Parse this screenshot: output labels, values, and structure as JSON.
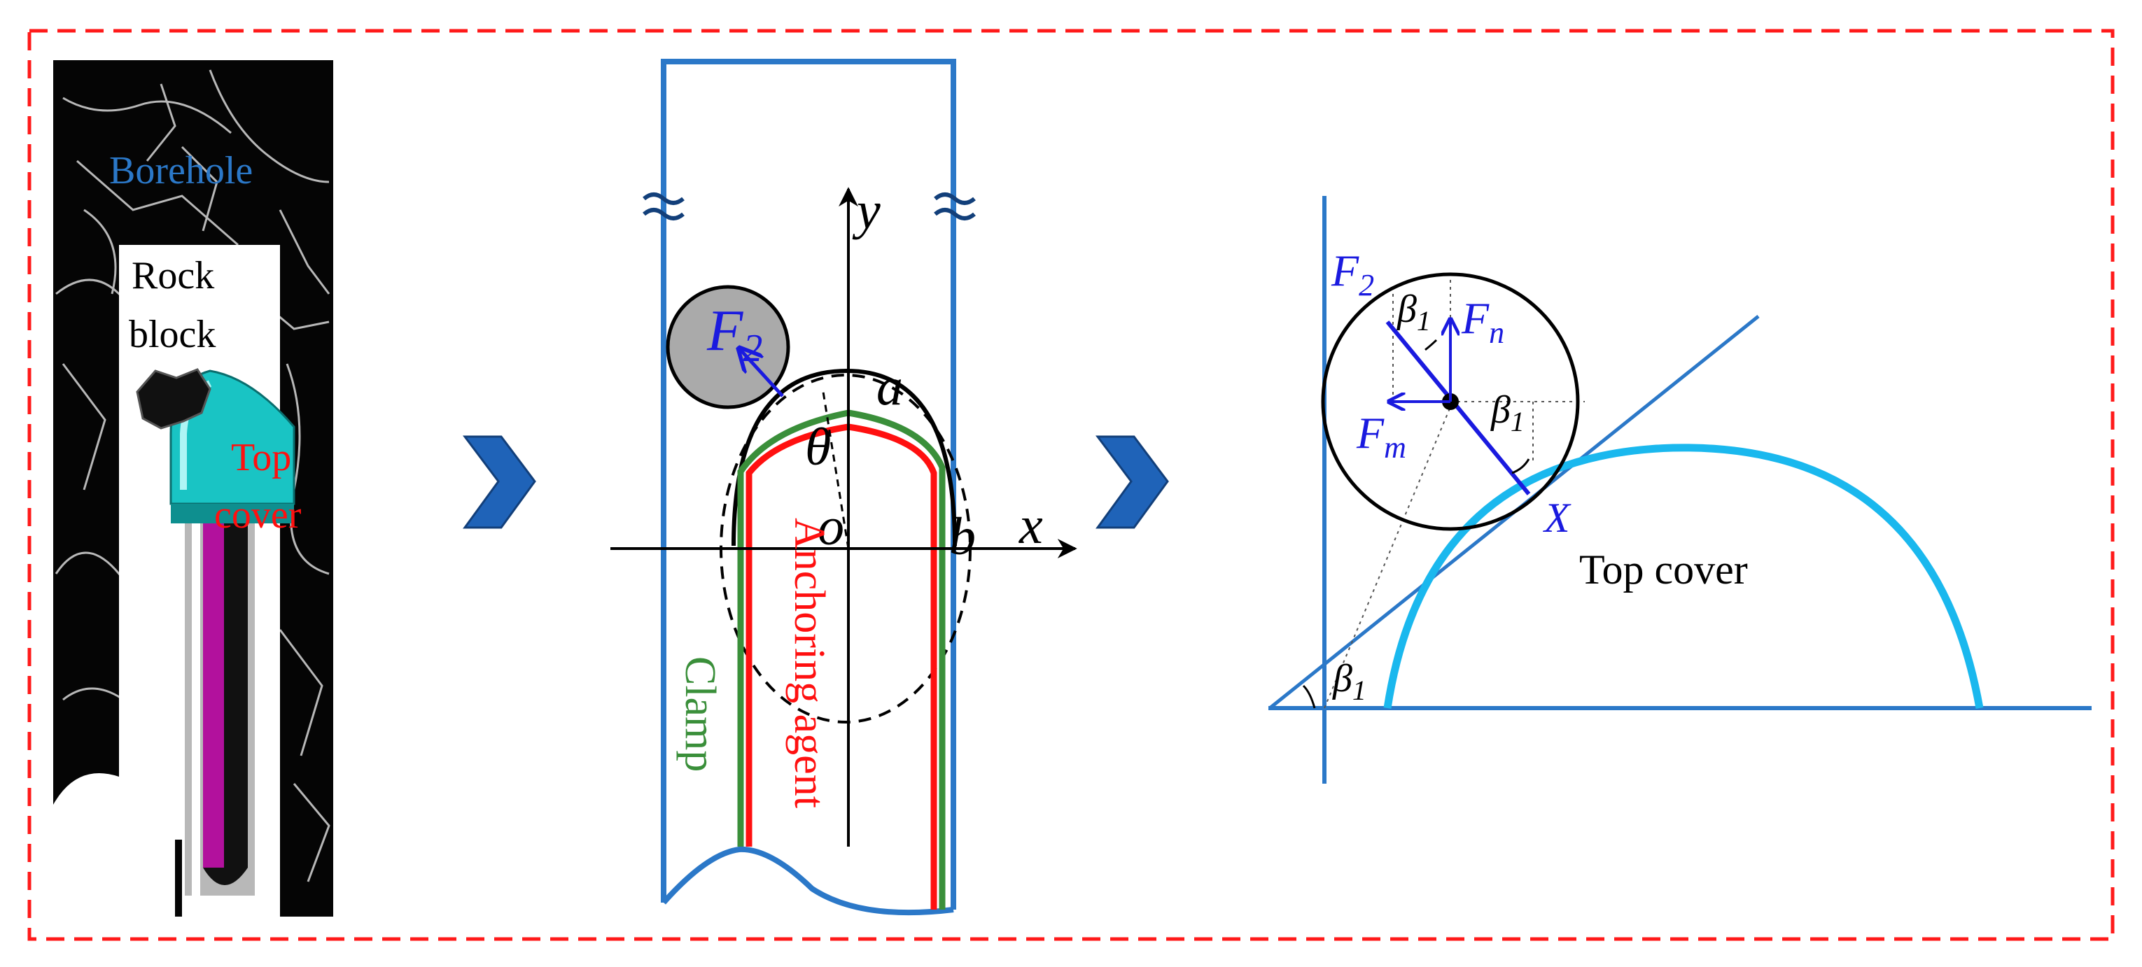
{
  "panel1": {
    "borehole_label": "Borehole",
    "rock_label_line1": "Rock",
    "rock_label_line2": "block",
    "top_cover_line1": "Top",
    "top_cover_line2": "cover"
  },
  "panel2": {
    "axis_y": "y",
    "axis_x": "x",
    "origin": "o",
    "point_a": "a",
    "point_b": "b",
    "angle": "θ",
    "force_main": "F",
    "force_sub": "2",
    "anchoring_label": "Anchoring agent",
    "clamp_label": "Clamp"
  },
  "panel3": {
    "f2_main": "F",
    "f2_sub": "2",
    "fn_main": "F",
    "fn_sub": "n",
    "fm_main": "F",
    "fm_sub": "m",
    "beta_main": "β",
    "beta_sub": "1",
    "point_x": "X",
    "top_cover_label": "Top cover"
  },
  "colors": {
    "frame_red": "#ff1a1a",
    "borehole_blue": "#2b78c8",
    "chevron_blue": "#1f63b8",
    "force_blue": "#1a1adf",
    "clamp_green": "#3a8f3a",
    "anchor_red": "#ff1010",
    "cover_cyan": "#1ab8ee",
    "teal": "#19c4c4",
    "magenta": "#b2119d",
    "boulder_gray": "#aaaaaa"
  }
}
